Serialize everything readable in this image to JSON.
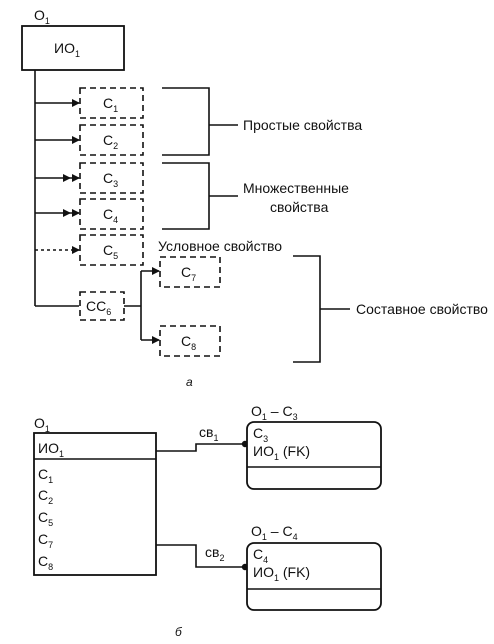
{
  "part_a": {
    "object": {
      "label": "O",
      "sub": "1"
    },
    "id_box": {
      "label": "ИО",
      "sub": "1"
    },
    "props": [
      {
        "label": "C",
        "sub": "1"
      },
      {
        "label": "C",
        "sub": "2"
      },
      {
        "label": "C",
        "sub": "3"
      },
      {
        "label": "C",
        "sub": "4"
      },
      {
        "label": "C",
        "sub": "5"
      }
    ],
    "composite": {
      "label": "CC",
      "sub": "6"
    },
    "composite_parts": [
      {
        "label": "C",
        "sub": "7"
      },
      {
        "label": "C",
        "sub": "8"
      }
    ],
    "simple_label": "Простые свойства",
    "multi_label_1": "Множественные",
    "multi_label_2": "свойства",
    "conditional_label": "Условное свойство",
    "composite_label": "Составное свойство",
    "caption": "а"
  },
  "part_b": {
    "object": {
      "label": "O",
      "sub": "1"
    },
    "key_row": {
      "label": "ИО",
      "sub": "1"
    },
    "rows": [
      {
        "label": "C",
        "sub": "1"
      },
      {
        "label": "C",
        "sub": "2"
      },
      {
        "label": "C",
        "sub": "5"
      },
      {
        "label": "C",
        "sub": "7"
      },
      {
        "label": "C",
        "sub": "8"
      }
    ],
    "rel1": {
      "link": {
        "label": "св",
        "sub": "1"
      },
      "title": {
        "a": "O",
        "a_sub": "1",
        "dash": " – ",
        "b": "C",
        "b_sub": "3"
      },
      "row1": {
        "label": "C",
        "sub": "3"
      },
      "row2": {
        "label": "ИО",
        "sub": "1",
        "suffix": " (FK)"
      }
    },
    "rel2": {
      "link": {
        "label": "св",
        "sub": "2"
      },
      "title": {
        "a": "O",
        "a_sub": "1",
        "dash": " – ",
        "b": "C",
        "b_sub": "4"
      },
      "row1": {
        "label": "C",
        "sub": "4"
      },
      "row2": {
        "label": "ИО",
        "sub": "1",
        "suffix": " (FK)"
      }
    },
    "caption": "б"
  }
}
